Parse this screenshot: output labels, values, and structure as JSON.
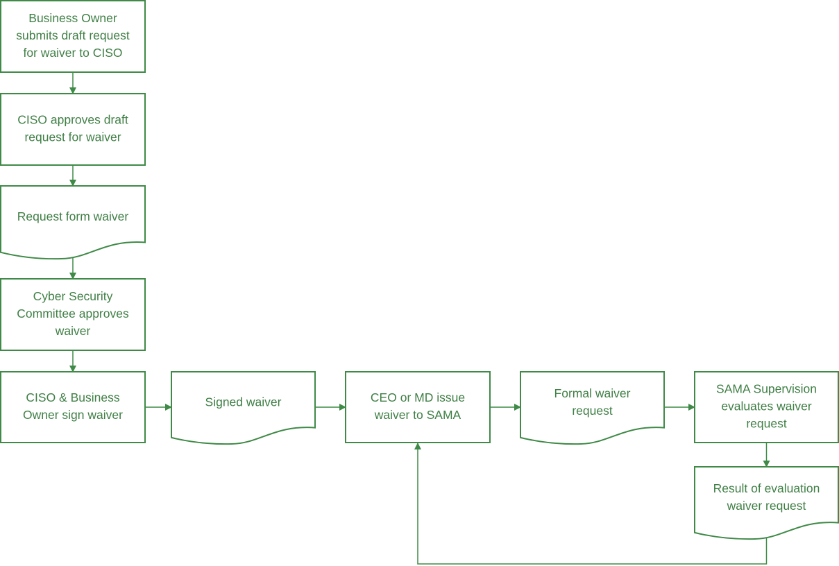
{
  "colors": {
    "stroke": "#3f8a47",
    "text": "#3f7f45",
    "background": "#ffffff"
  },
  "nodes": [
    {
      "id": "n1",
      "shape": "process",
      "lines": [
        "Business Owner",
        "submits draft request",
        "for waiver to CISO"
      ]
    },
    {
      "id": "n2",
      "shape": "process",
      "lines": [
        "CISO approves draft",
        "request for waiver"
      ]
    },
    {
      "id": "n3",
      "shape": "document",
      "lines": [
        "Request form waiver"
      ]
    },
    {
      "id": "n4",
      "shape": "process",
      "lines": [
        "Cyber Security",
        "Committee approves",
        "waiver"
      ]
    },
    {
      "id": "n5",
      "shape": "process",
      "lines": [
        "CISO & Business",
        "Owner sign waiver"
      ]
    },
    {
      "id": "n6",
      "shape": "document",
      "lines": [
        "Signed waiver"
      ]
    },
    {
      "id": "n7",
      "shape": "process",
      "lines": [
        "CEO or MD issue",
        "waiver to SAMA"
      ]
    },
    {
      "id": "n8",
      "shape": "document",
      "lines": [
        "Formal waiver",
        "request"
      ]
    },
    {
      "id": "n9",
      "shape": "process",
      "lines": [
        "SAMA Supervision",
        "evaluates waiver",
        "request"
      ]
    },
    {
      "id": "n10",
      "shape": "document",
      "lines": [
        "Result of evaluation",
        "waiver request"
      ]
    }
  ],
  "edges": [
    {
      "from": "n1",
      "to": "n2"
    },
    {
      "from": "n2",
      "to": "n3"
    },
    {
      "from": "n3",
      "to": "n4"
    },
    {
      "from": "n4",
      "to": "n5"
    },
    {
      "from": "n5",
      "to": "n6"
    },
    {
      "from": "n6",
      "to": "n7"
    },
    {
      "from": "n7",
      "to": "n8"
    },
    {
      "from": "n8",
      "to": "n9"
    },
    {
      "from": "n9",
      "to": "n10"
    },
    {
      "from": "n10",
      "to": "n7"
    }
  ]
}
